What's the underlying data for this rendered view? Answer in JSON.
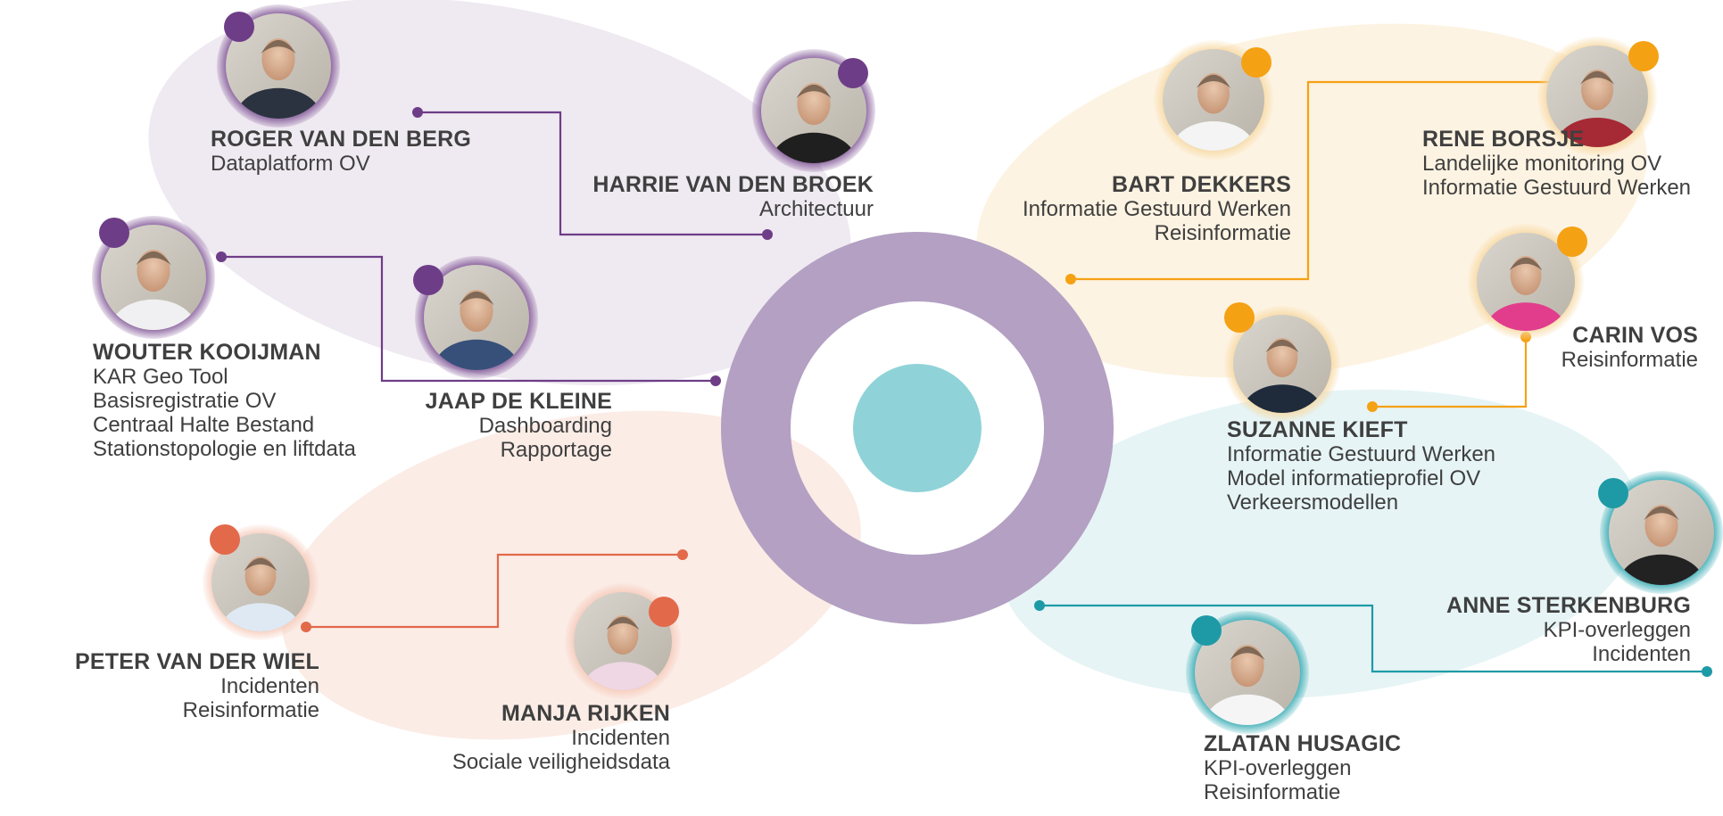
{
  "colors": {
    "purple": "#6e3d87",
    "purple_ring": "#b3a0c2",
    "purple_blob": "#efe9f1",
    "orange": "#f5a114",
    "orange_blob": "#fdf3e2",
    "coral": "#e2694a",
    "coral_blob": "#fbece6",
    "teal": "#1e9aa6",
    "teal_blob": "#e6f4f5",
    "center_dot": "#8fd3d8",
    "text": "#3f3f3f"
  },
  "center": {
    "ring_icon": "donut-ring",
    "dot_icon": "center-dot"
  },
  "people": [
    {
      "id": "roger",
      "name": "ROGER VAN DEN BERG",
      "roles": [
        "Dataplatform OV"
      ],
      "group": "purple",
      "avatar_icon": "person-photo"
    },
    {
      "id": "harrie",
      "name": "HARRIE VAN DEN BROEK",
      "roles": [
        "Architectuur"
      ],
      "group": "purple",
      "avatar_icon": "person-photo"
    },
    {
      "id": "wouter",
      "name": "WOUTER KOOIJMAN",
      "roles": [
        "KAR Geo Tool",
        "Basisregistratie OV",
        "Centraal Halte Bestand",
        "Stationstopologie en liftdata"
      ],
      "group": "purple",
      "avatar_icon": "person-photo"
    },
    {
      "id": "jaap",
      "name": "JAAP DE KLEINE",
      "roles": [
        "Dashboarding",
        "Rapportage"
      ],
      "group": "purple",
      "avatar_icon": "person-photo"
    },
    {
      "id": "peter",
      "name": "PETER VAN DER WIEL",
      "roles": [
        "Incidenten",
        "Reisinformatie"
      ],
      "group": "coral",
      "avatar_icon": "person-photo"
    },
    {
      "id": "manja",
      "name": "MANJA RIJKEN",
      "roles": [
        "Incidenten",
        "Sociale veiligheidsdata"
      ],
      "group": "coral",
      "avatar_icon": "person-photo"
    },
    {
      "id": "bart",
      "name": "BART DEKKERS",
      "roles": [
        "Informatie Gestuurd Werken",
        "Reisinformatie"
      ],
      "group": "orange",
      "avatar_icon": "person-photo"
    },
    {
      "id": "rene",
      "name": "RENE BORSJE",
      "roles": [
        "Landelijke monitoring OV",
        "Informatie Gestuurd Werken"
      ],
      "group": "orange",
      "avatar_icon": "person-photo"
    },
    {
      "id": "carin",
      "name": "CARIN VOS",
      "roles": [
        "Reisinformatie"
      ],
      "group": "orange",
      "avatar_icon": "person-photo"
    },
    {
      "id": "suzanne",
      "name": "SUZANNE KIEFT",
      "roles": [
        "Informatie Gestuurd Werken",
        "Model informatieprofiel OV",
        "Verkeersmodellen"
      ],
      "group": "orange",
      "avatar_icon": "person-photo"
    },
    {
      "id": "anne",
      "name": "ANNE STERKENBURG",
      "roles": [
        "KPI-overleggen",
        "Incidenten"
      ],
      "group": "teal",
      "avatar_icon": "person-photo"
    },
    {
      "id": "zlatan",
      "name": "ZLATAN  HUSAGIC",
      "roles": [
        "KPI-overleggen",
        "Reisinformatie"
      ],
      "group": "teal",
      "avatar_icon": "person-photo"
    }
  ]
}
